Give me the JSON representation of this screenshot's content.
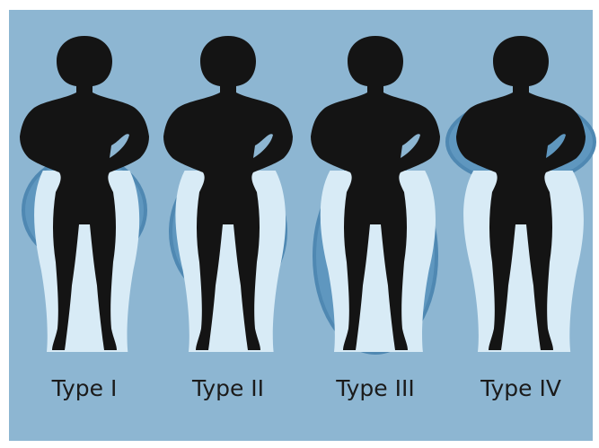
{
  "colors": {
    "background": "#8db6d2",
    "fat_zone": "#5f97bf",
    "fat_zone_edge": "#4f88b2",
    "outline_glow": "#d8ebf6",
    "silhouette": "#141414"
  },
  "figures": [
    {
      "label": "Type I",
      "fat_zone": "lower-body-narrow"
    },
    {
      "label": "Type II",
      "fat_zone": "hips-and-thighs"
    },
    {
      "label": "Type III",
      "fat_zone": "full-body-lower"
    },
    {
      "label": "Type IV",
      "fat_zone": "upper-body"
    }
  ]
}
